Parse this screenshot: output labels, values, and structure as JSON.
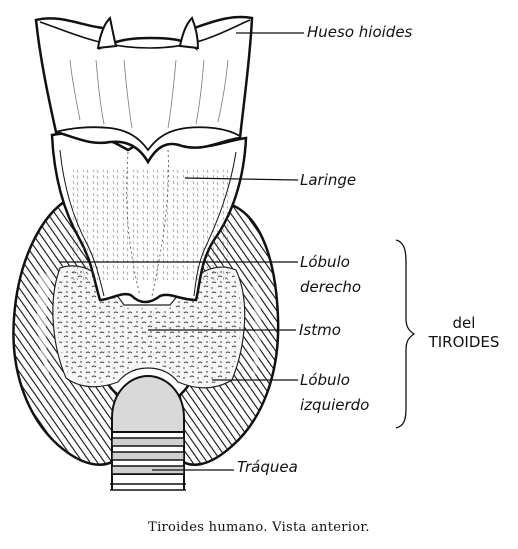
{
  "labels": {
    "hyoid": "Hueso hioides",
    "larynx": "Laringe",
    "right_lobe_line1": "Lóbulo",
    "right_lobe_line2": "derecho",
    "isthmus": "Istmo",
    "left_lobe_line1": "Lóbulo",
    "left_lobe_line2": "izquierdo",
    "trachea": "Tráquea"
  },
  "group": {
    "line1": "del",
    "line2": "TIROIDES"
  },
  "caption": "Tiroides humano. Vista anterior.",
  "colors": {
    "ink": "#111111",
    "paper": "#ffffff",
    "tissue": "#f4f4f4",
    "cartilage": "#d8d8d8"
  }
}
